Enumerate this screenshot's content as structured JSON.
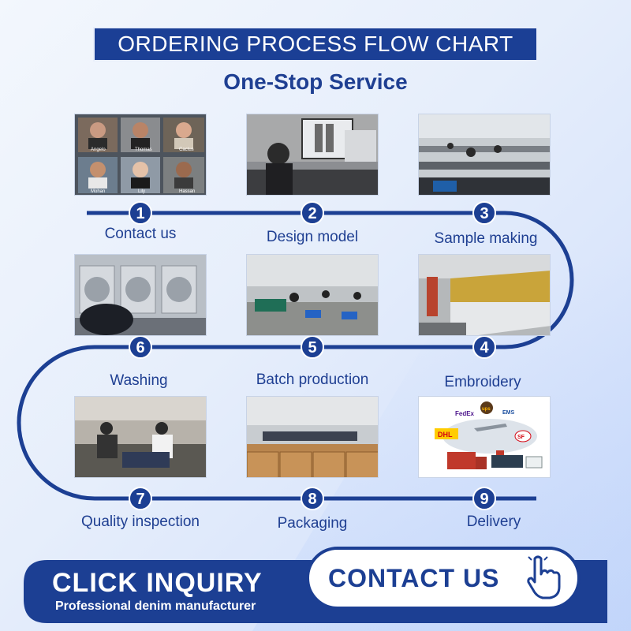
{
  "header": {
    "title": "ORDERING PROCESS FLOW CHART",
    "subtitle": "One-Stop Service"
  },
  "steps": [
    {
      "number": "1",
      "label": "Contact us"
    },
    {
      "number": "2",
      "label": "Design model"
    },
    {
      "number": "3",
      "label": "Sample making"
    },
    {
      "number": "4",
      "label": "Embroidery"
    },
    {
      "number": "5",
      "label": "Batch production"
    },
    {
      "number": "6",
      "label": "Washing"
    },
    {
      "number": "7",
      "label": "Quality inspection"
    },
    {
      "number": "8",
      "label": "Packaging"
    },
    {
      "number": "9",
      "label": "Delivery"
    }
  ],
  "video_call_names": [
    "Angelo",
    "Thomas",
    "Cactus",
    "Mohan",
    "Lily",
    "Hassan"
  ],
  "delivery_logos": [
    "FedEx",
    "ups",
    "EMS",
    "DHL",
    "SF"
  ],
  "footer": {
    "inquiry_label": "CLICK INQUIRY",
    "tagline": "Professional denim manufacturer",
    "contact_button": "CONTACT US"
  },
  "colors": {
    "primary": "#1c3f93",
    "background": "#e6eefb"
  }
}
